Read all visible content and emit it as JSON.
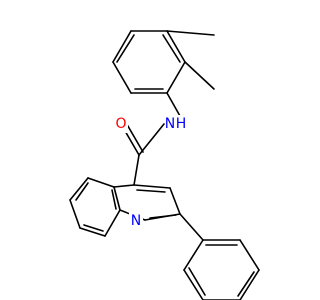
{
  "molecule": {
    "atoms": {
      "O": {
        "symbol": "O",
        "color": "#ff0000"
      },
      "NH": {
        "symbol": "N",
        "suffix": "H",
        "color": "#0000ff"
      },
      "N1": {
        "symbol": "N",
        "color": "#0000ff"
      }
    },
    "bond_color": "#000000"
  }
}
